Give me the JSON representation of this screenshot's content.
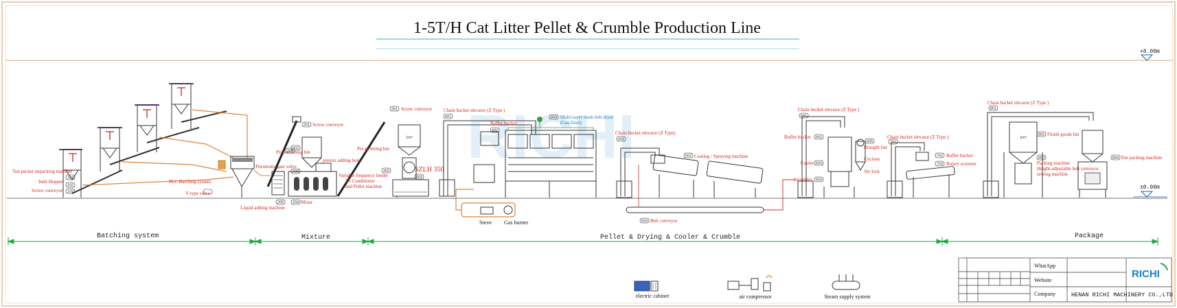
{
  "title": "1-5T/H Cat Litter Pellet  & Crumble Production Line",
  "levels": {
    "top": "+8.00m",
    "ground": "±0.00m"
  },
  "sections": [
    {
      "label": "Batching system"
    },
    {
      "label": "Mixture"
    },
    {
      "label": "Pellet & Drying & Cooler & Crumble"
    },
    {
      "label": "Package"
    }
  ],
  "labels": {
    "ton_packet_unpacking": "Ton packet unpacking machine",
    "inlet_hopper": "Inlet Hopper",
    "screw_conveyor_a": "Screw conveyor",
    "plc_batching": "PLC Batching system",
    "v_type_valve": "V-type valve",
    "screw_conveyor_b": "Screw conveyor",
    "proportioning_bin": "Proportioning bin",
    "pneumatic_gate_valve": "Pneumatic gate valve",
    "premix_adding_hole": "premix adding hole",
    "liquid_adding": "Liquid adding machine",
    "mixer": "Mixer",
    "pre_pelleting_bin": "Pre-pelleting bin",
    "vfd_feeder": "Variable frequency feeder",
    "ss_conditioner": "SS Conditioner",
    "pellet_machine": "and Pellet machine",
    "screw_conveyor_c": "Screw conveyor",
    "szlh": "SZLH 350",
    "stove": "Stove",
    "gas_burner": "Gas burner",
    "chain_bucket_1": "Chain bucket elevator (Z Type )",
    "buffer_bucket_1": "Buffer bucket",
    "multilayer_dryer": "Multi-layer mesh belt dryer",
    "multilayer_dryer_2": "(Gas-fired)",
    "chain_bucket_2": "Chain bucket elevator (Z Type)",
    "coating": "Coating / Spraying machine",
    "belt_conveyor": "Belt conveyor",
    "chain_bucket_3": "Chain bucket elevator (Z Type )",
    "buffer_bucket_2": "Buffer bucket",
    "cooler": "Cooler",
    "crumbler": "Crumbler",
    "draught_fan": "Draught fan",
    "cyclone": "Cyclone",
    "air_lock": "Air lock",
    "chain_bucket_4": "Chain bucket elevator (Z Type )",
    "buffer_bucket_3": "Buffer bucket",
    "rotary_screener": "Rotary screener",
    "chain_bucket_5": "Chain bucket elevator (Z Type )",
    "finish_goods_bin": "Finish goods bin",
    "packing_machine": "Packing machine",
    "height_adj_belt": "Height-adjustable belt conveyor",
    "sewing_machine": "sewing machine",
    "ton_packing": "Ton packing machine"
  },
  "tags": {
    "t101": "101",
    "t102": "102",
    "t103": "103",
    "t201": "201",
    "t202": "202",
    "t203": "203",
    "t204": "204",
    "t205": "205",
    "t206": "206",
    "t301": "301",
    "t302": "302",
    "t303": "303",
    "t401": "401",
    "t402": "402",
    "t403": "403",
    "t404": "404",
    "t501": "501",
    "t502": "502",
    "t503": "503",
    "t504": "504",
    "t601": "601",
    "t602": "602",
    "t603": "603",
    "t604": "604",
    "t605": "605",
    "t701": "701",
    "t702": "702",
    "t703": "703",
    "t801": "801",
    "t802": "802",
    "t803": "803"
  },
  "bin_volume": "1m³",
  "auxiliary": [
    {
      "label": "electric cabinet"
    },
    {
      "label": "air compressor"
    },
    {
      "label": "Steam supply system"
    }
  ],
  "info_table": {
    "whatsapp_label": "WhatApp",
    "website_label": "Website",
    "company_label": "Company",
    "company_value": "HENAN RICHI MACHINERY CO.,LTD",
    "logo_text": "RICHI"
  },
  "colors": {
    "accent_red": "#d0281e",
    "accent_blue": "#1a7fc8",
    "pipe_orange": "#d9823b",
    "dim_green": "#23a84a",
    "frame_border": "#e3a67a"
  }
}
